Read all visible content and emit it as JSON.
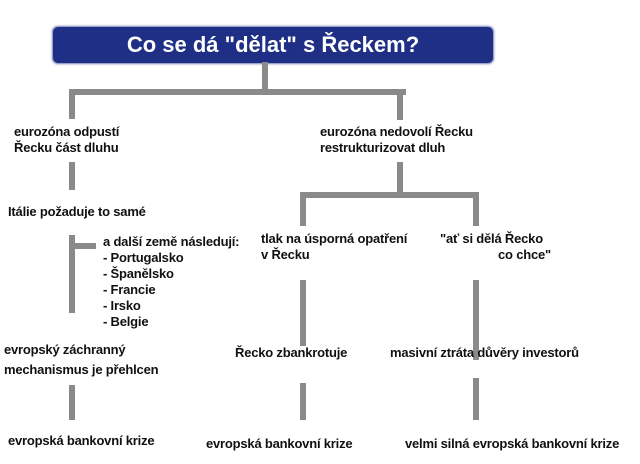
{
  "title": "Co se dá \"dělat\" s Řeckem?",
  "left_branch": {
    "option": [
      "eurozóna odpustí",
      "Řecku část dluhu"
    ],
    "step1": "Itálie požaduje to samé",
    "others_heading": "a další země následují:",
    "countries": [
      "- Portugalsko",
      "- Španělsko",
      "- Francie",
      "- Irsko",
      "- Belgie"
    ],
    "step2": [
      "evropský záchranný",
      "mechanismus  je přehlcen"
    ],
    "outcome": "evropská bankovní krize"
  },
  "right_branch": {
    "option": [
      "eurozóna nedovolí Řecku",
      "restrukturizovat dluh"
    ],
    "sub_a": {
      "label": [
        "tlak na úsporná opatření",
        "v Řecku"
      ],
      "step": "Řecko zbankrotuje",
      "outcome": "evropská bankovní krize"
    },
    "sub_b": {
      "label": [
        "\"ať si dělá Řecko",
        "co chce\""
      ],
      "step": "masivní ztráta důvěry investorů",
      "outcome": "velmi silná evropská bankovní krize"
    }
  },
  "colors": {
    "title_bg": "#1f2f86",
    "connector": "#8a8a8a"
  }
}
